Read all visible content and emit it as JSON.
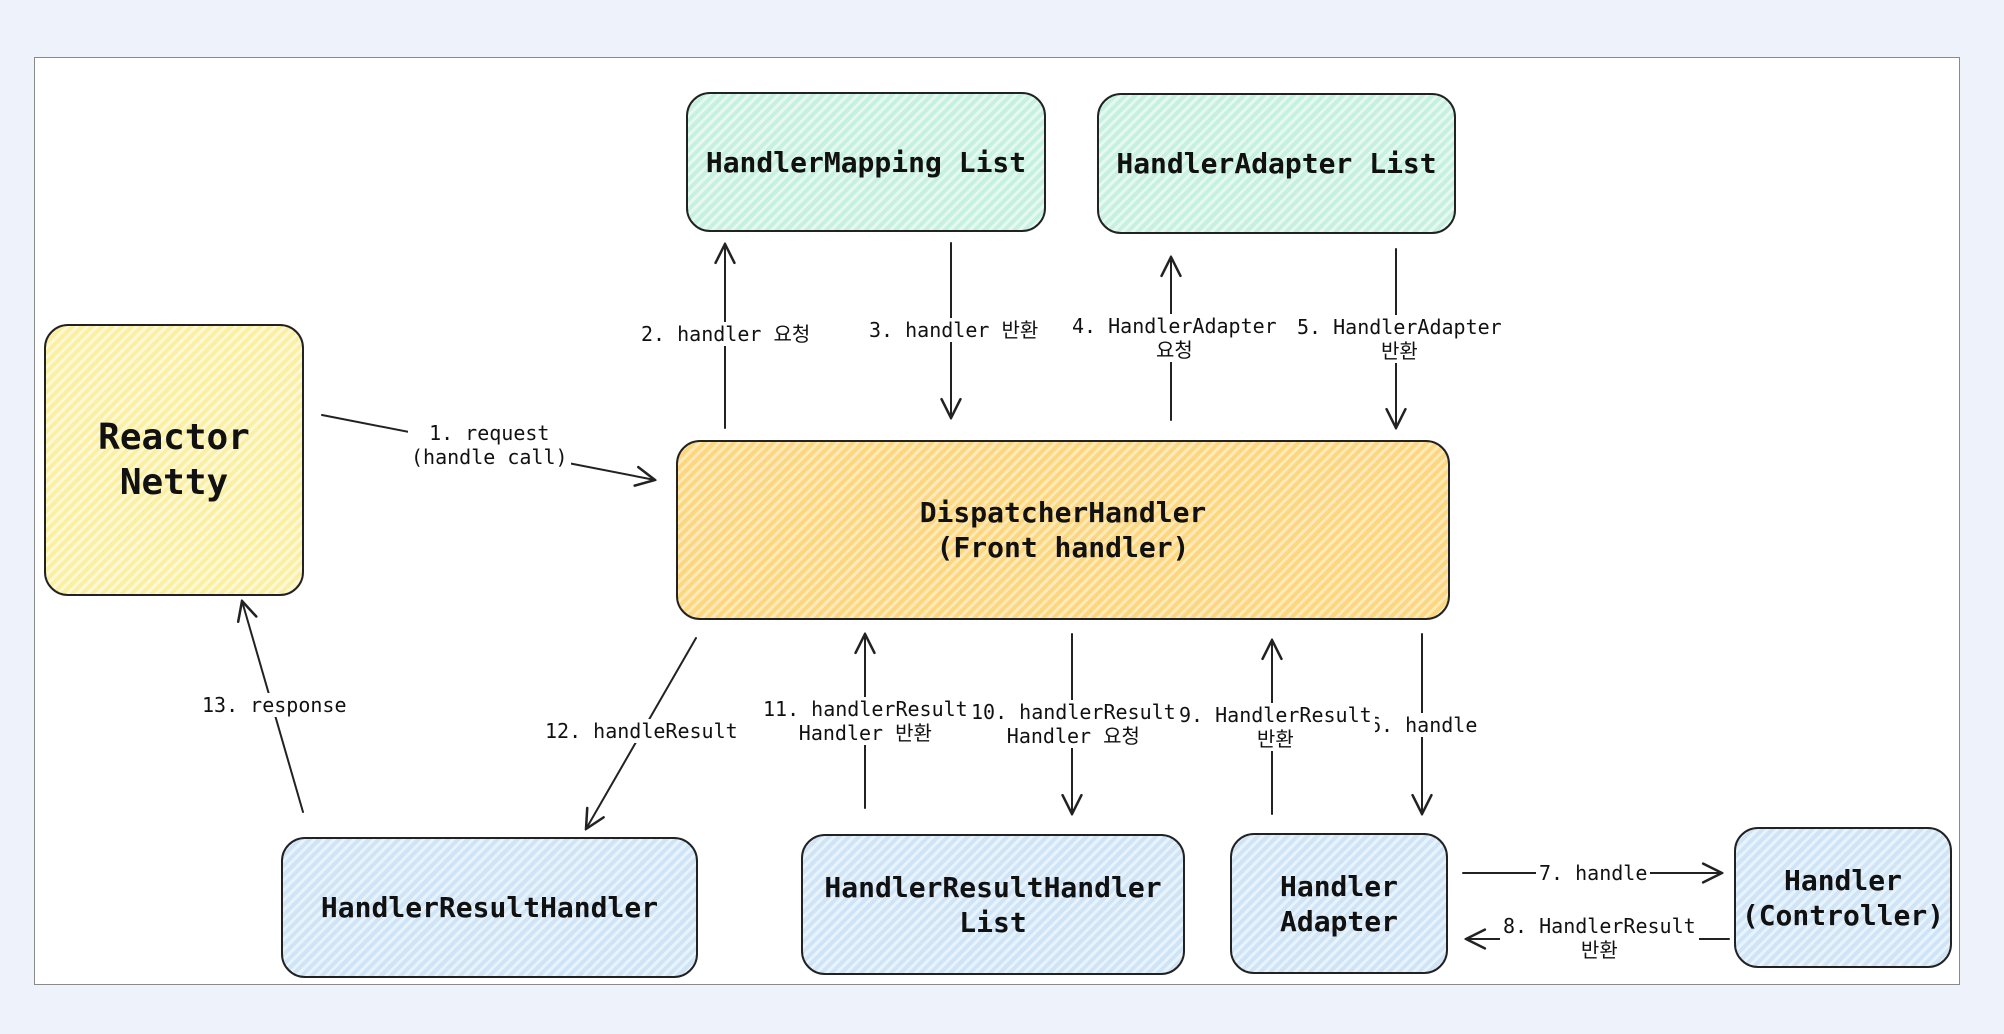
{
  "boxes": {
    "reactor_netty": "Reactor\n Netty",
    "handler_mapping_list": "HandlerMapping List",
    "handler_adapter_list": "HandlerAdapter List",
    "dispatcher_handler": "DispatcherHandler\n(Front handler)",
    "handler_result_handler": "HandlerResultHandler",
    "handler_result_handler_list": "HandlerResultHandler\nList",
    "handler_adapter": "Handler\nAdapter",
    "handler_controller": "Handler\n(Controller)"
  },
  "steps": {
    "s1": "1. request\n(handle call)",
    "s2": "2. handler 요청",
    "s3": "3. handler 반환",
    "s4": "4. HandlerAdapter\n요청",
    "s5": "5. HandlerAdapter\n반환",
    "s6": "6. handle",
    "s7": "7. handle",
    "s8": "8. HandlerResult\n반환",
    "s9": "9. HandlerResult\n반환",
    "s10": "10. handlerResult\nHandler 요청",
    "s11": "11. handlerResult\nHandler 반환",
    "s12": "12. handleResult",
    "s13": "13. response"
  },
  "colors": {
    "green": "#c6f1e0",
    "yellow": "#fbefa2",
    "orange": "#fcd77f",
    "blue": "#cfe5f7",
    "stroke": "#222222"
  }
}
